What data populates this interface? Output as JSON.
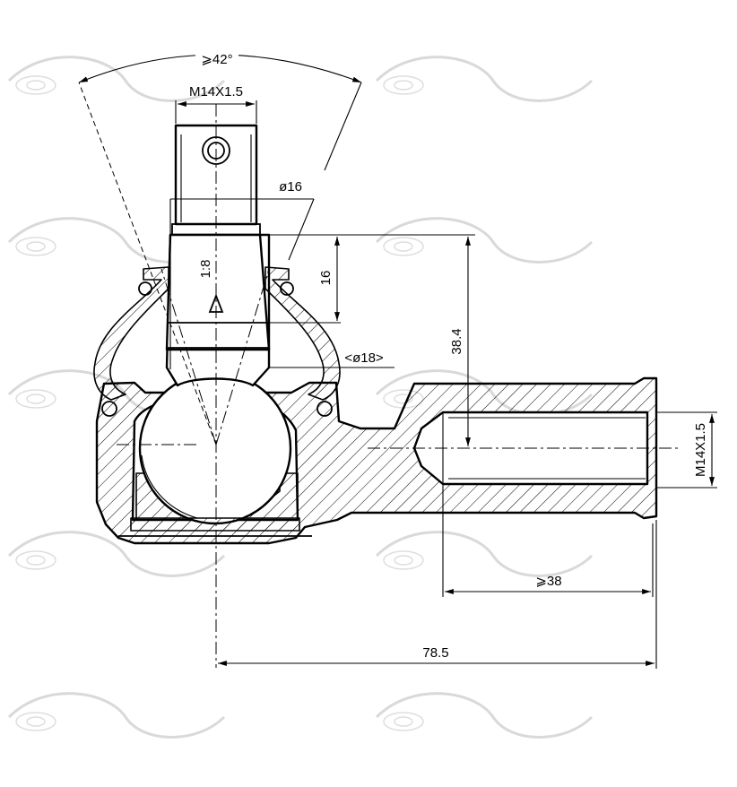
{
  "diagram": {
    "dimensions": {
      "angle": "⩾42°",
      "stud_thread": "M14X1.5",
      "diameter_16": "ø16",
      "taper": "1:8",
      "height_16": "16",
      "diameter_18": "<ø18>",
      "height_38_4": "38.4",
      "side_thread": "M14X1.5",
      "min_38": "⩾38",
      "total_78_5": "78.5"
    }
  },
  "colors": {
    "line": "#000000",
    "background": "#ffffff",
    "watermark": "#d9d9d9"
  }
}
